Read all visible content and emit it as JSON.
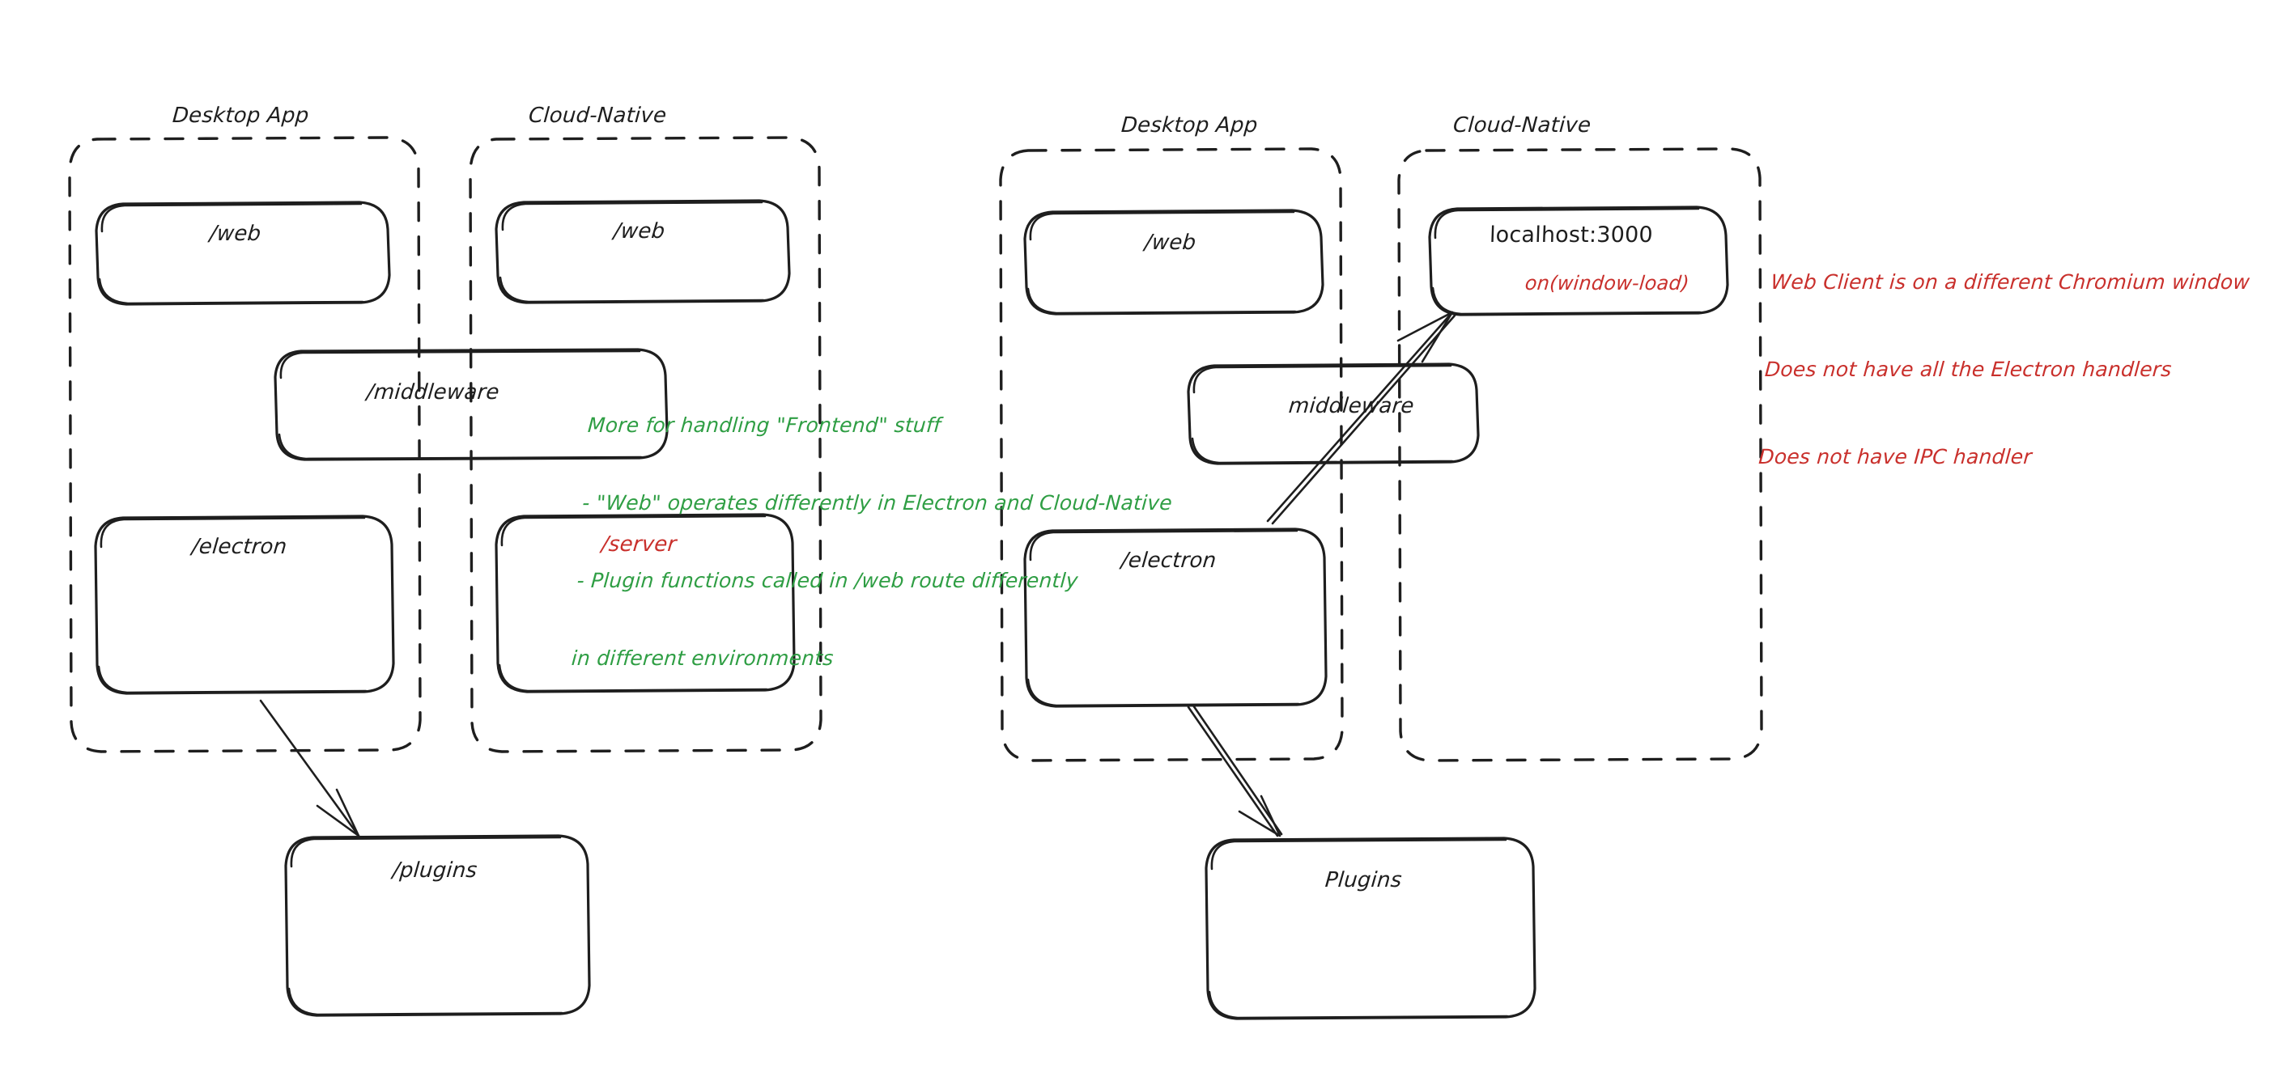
{
  "colors": {
    "ink": "#1e1e1e",
    "green": "#2f9e44",
    "red": "#c9302c",
    "background": "#ffffff"
  },
  "diagram": {
    "title_left_group": "Desktop App",
    "title_right_group": "Cloud-Native"
  },
  "left_diagram": {
    "containers": [
      {
        "title": "Desktop App"
      },
      {
        "title": "Cloud-Native"
      }
    ],
    "nodes": {
      "desktop_web": "/web",
      "cloud_web": "/web",
      "middleware": "/middleware",
      "electron": "/electron",
      "server": "/server",
      "plugins": "/plugins"
    },
    "note": {
      "color": "#2f9e44",
      "lines": [
        "More for handling \"Frontend\" stuff",
        "- \"Web\" operates differently in Electron and Cloud-Native",
        "- Plugin functions called in /web route differently",
        "in different environments"
      ]
    }
  },
  "right_diagram": {
    "containers": [
      {
        "title": "Desktop App"
      },
      {
        "title": "Cloud-Native"
      }
    ],
    "nodes": {
      "desktop_web": "/web",
      "localhost": "localhost:3000",
      "localhost_sub": "on(window-load)",
      "middleware": "middleware",
      "electron": "/electron",
      "plugins": "Plugins"
    },
    "note": {
      "color": "#c9302c",
      "lines": [
        "Web Client is on a different Chromium window",
        "Does not have all the Electron handlers",
        "Does not have IPC handler"
      ]
    }
  }
}
